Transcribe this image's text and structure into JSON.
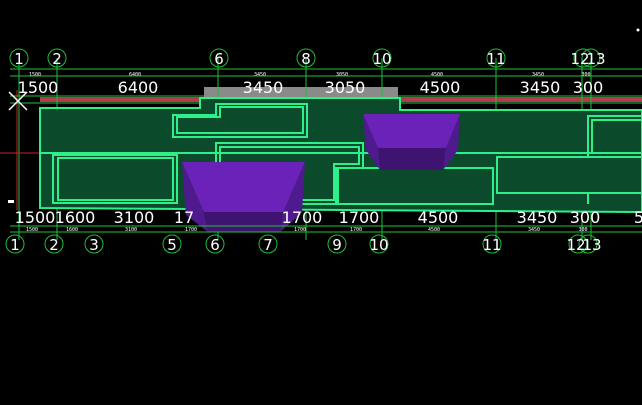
{
  "app": {
    "type": "CAD drawing viewport",
    "background": "#000000"
  },
  "colors": {
    "dim_line": "#1fbf3b",
    "dim_text": "#ffffff",
    "grid_axis_red": "#cc2222",
    "slab_fill": "#0b4a2a",
    "slab_edge": "#2df08a",
    "solid_face": "#6a22b8",
    "solid_side": "#3e1470",
    "bar_gray": "#8a8a8a",
    "bar_red": "#b33b4a"
  },
  "top_axes": {
    "labels": [
      "1",
      "2",
      "6",
      "8",
      "10",
      "11",
      "12",
      "13"
    ]
  },
  "bottom_axes": {
    "labels": [
      "1",
      "2",
      "3",
      "5",
      "6",
      "7",
      "9",
      "10",
      "11",
      "12",
      "13"
    ]
  },
  "top_dims": {
    "large": [
      "1500",
      "6400",
      "3450",
      "3050",
      "4500",
      "3450",
      "300"
    ],
    "small": [
      "1500",
      "6400",
      "3450",
      "3050",
      "4500",
      "3450",
      "300"
    ]
  },
  "bottom_dims": {
    "large": [
      "1500",
      "1600",
      "3100",
      "17",
      "1700",
      "1700",
      "4500",
      "3450",
      "300",
      "5"
    ],
    "small": [
      "1500",
      "1600",
      "3100",
      "1700",
      "1700",
      "1700",
      "4500",
      "3450",
      "300"
    ]
  },
  "icons": {
    "crosshair": "ucs-crosshair-icon"
  }
}
